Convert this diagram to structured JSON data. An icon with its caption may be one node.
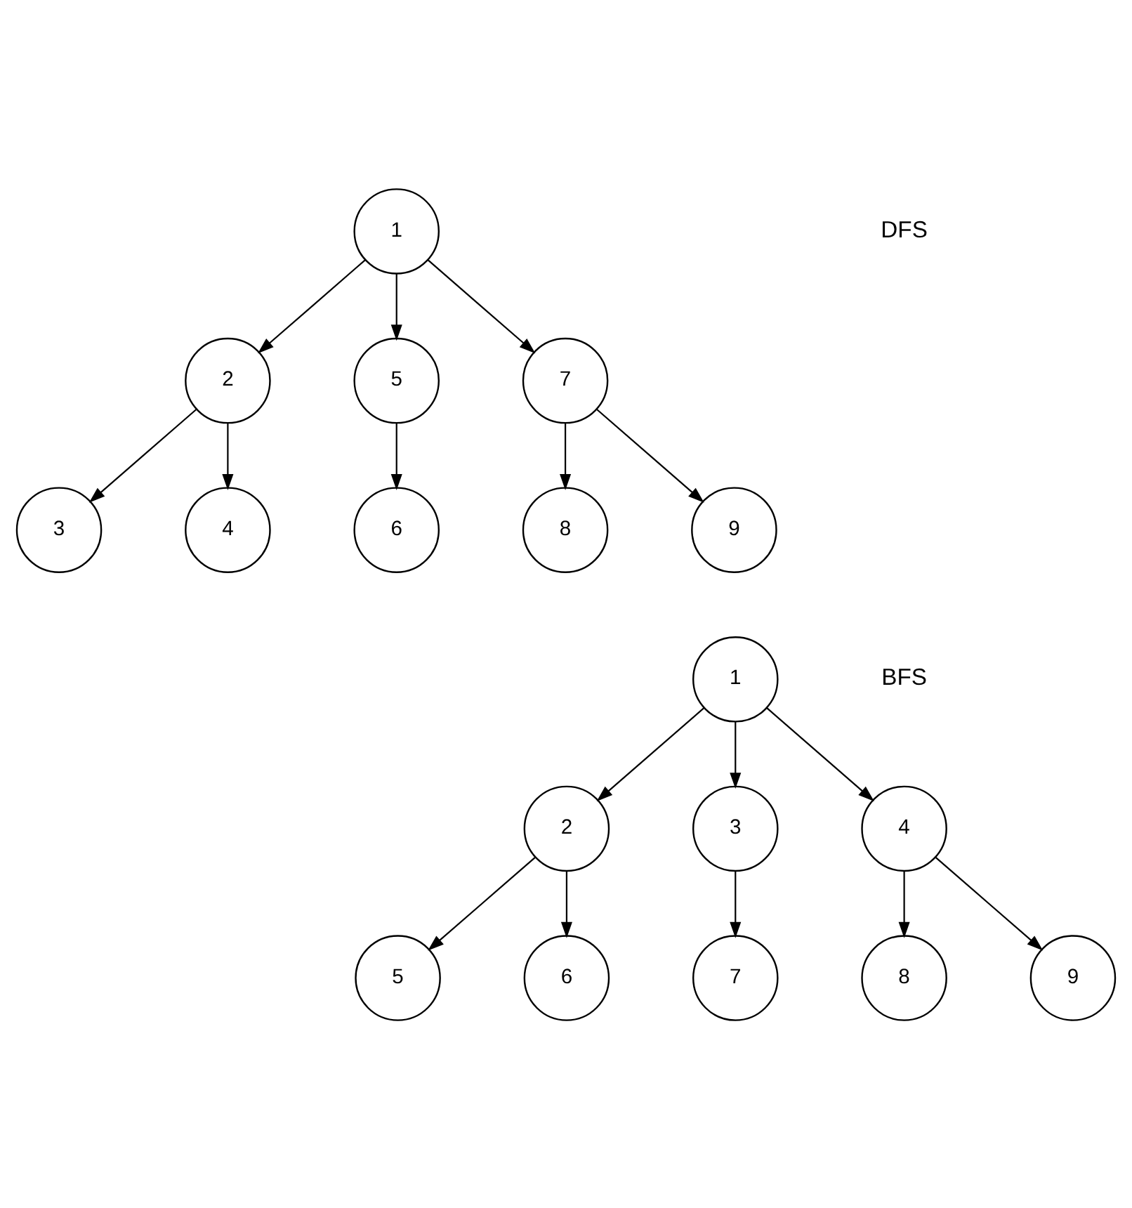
{
  "diagram": {
    "nodes": [
      {
        "text": [
          "1"
        ]
      },
      {
        "text": [
          "2"
        ]
      },
      {
        "text": [
          "5"
        ]
      },
      {
        "text": [
          "7"
        ]
      },
      {
        "text": [
          "3"
        ]
      },
      {
        "text": [
          "4"
        ]
      },
      {
        "text": [
          "6"
        ]
      },
      {
        "text": [
          "8"
        ]
      },
      {
        "text": [
          "9"
        ]
      },
      {
        "text": [
          "1"
        ]
      },
      {
        "text": [
          "2"
        ]
      },
      {
        "text": [
          "3"
        ]
      },
      {
        "text": [
          "4"
        ]
      },
      {
        "text": [
          "5"
        ]
      },
      {
        "text": [
          "6"
        ]
      },
      {
        "text": [
          "7"
        ]
      },
      {
        "text": [
          "8"
        ]
      },
      {
        "text": [
          "9"
        ]
      }
    ],
    "edges": [
      {
        "from": 0,
        "to": 1,
        "arrow": "to"
      },
      {
        "from": 0,
        "to": 2,
        "arrow": "to"
      },
      {
        "from": 0,
        "to": 3,
        "arrow": "to"
      },
      {
        "from": 1,
        "to": 4,
        "arrow": "to"
      },
      {
        "from": 1,
        "to": 5,
        "arrow": "to"
      },
      {
        "from": 2,
        "to": 6,
        "arrow": "to"
      },
      {
        "from": 3,
        "to": 7,
        "arrow": "to"
      },
      {
        "from": 3,
        "to": 8,
        "arrow": "to"
      },
      {
        "from": 9,
        "to": 10,
        "arrow": "to"
      },
      {
        "from": 9,
        "to": 11,
        "arrow": "to"
      },
      {
        "from": 9,
        "to": 12,
        "arrow": "to"
      },
      {
        "from": 10,
        "to": 13,
        "arrow": "to"
      },
      {
        "from": 10,
        "to": 14,
        "arrow": "to"
      },
      {
        "from": 11,
        "to": 15,
        "arrow": "to"
      },
      {
        "from": 12,
        "to": 16,
        "arrow": "to"
      },
      {
        "from": 12,
        "to": 17,
        "arrow": "to"
      }
    ],
    "labels": [
      "DFS",
      "BFS"
    ]
  }
}
